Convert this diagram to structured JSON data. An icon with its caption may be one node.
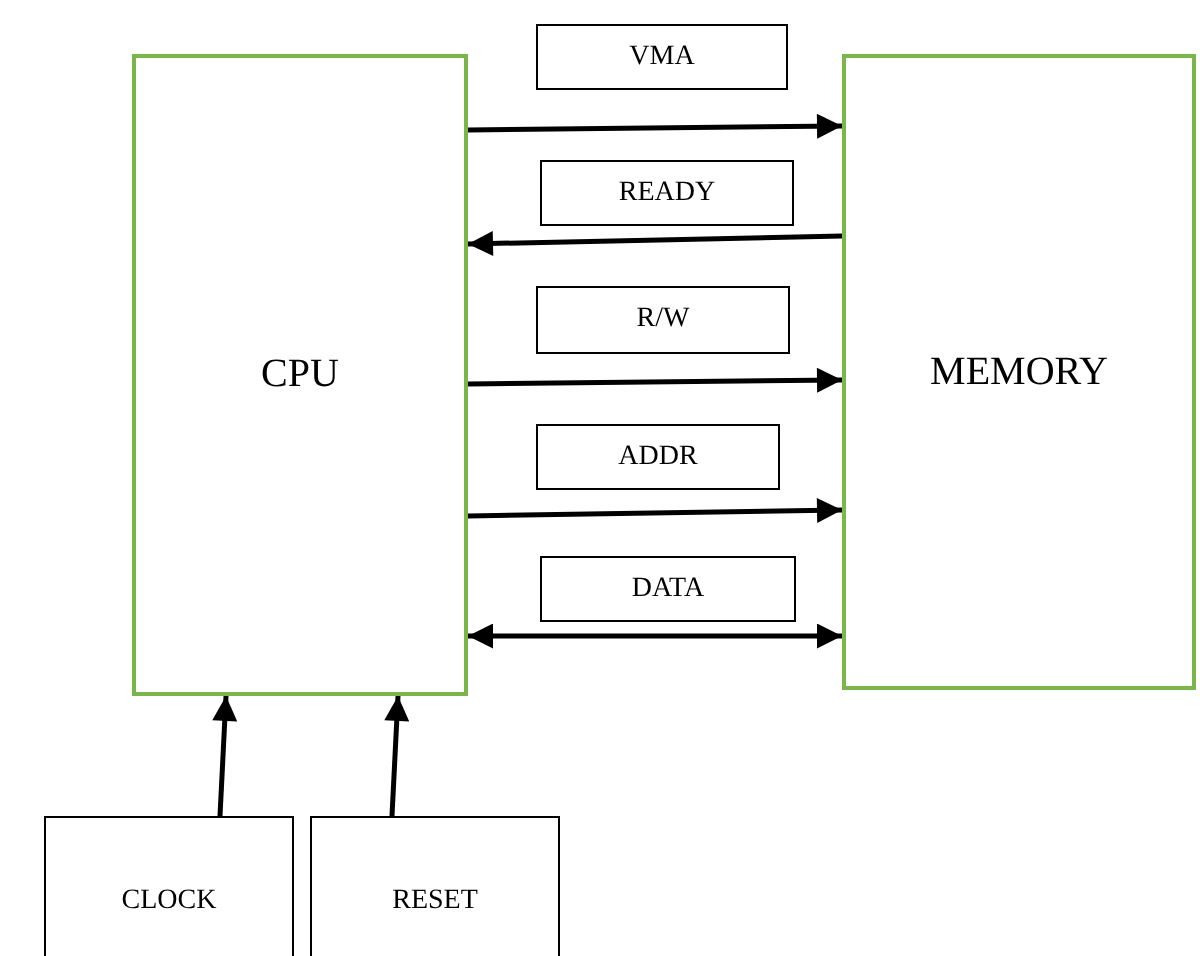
{
  "diagram": {
    "nodes": [
      {
        "text": [
          "CPU"
        ]
      },
      {
        "text": [
          "MEMORY"
        ]
      },
      {
        "text": [
          "CLOCK"
        ]
      },
      {
        "text": [
          "RESET"
        ]
      }
    ],
    "edges": [
      {
        "from": 0,
        "to": 1,
        "arrow": "to",
        "label": "VMA"
      },
      {
        "from": 1,
        "to": 0,
        "arrow": "to",
        "label": "READY"
      },
      {
        "from": 0,
        "to": 1,
        "arrow": "to",
        "label": "R/W"
      },
      {
        "from": 0,
        "to": 1,
        "arrow": "to",
        "label": "ADDR"
      },
      {
        "from": 0,
        "to": 1,
        "arrow": "both",
        "label": "DATA"
      },
      {
        "from": 2,
        "to": 0,
        "arrow": "to"
      },
      {
        "from": 3,
        "to": 0,
        "arrow": "to"
      }
    ]
  }
}
